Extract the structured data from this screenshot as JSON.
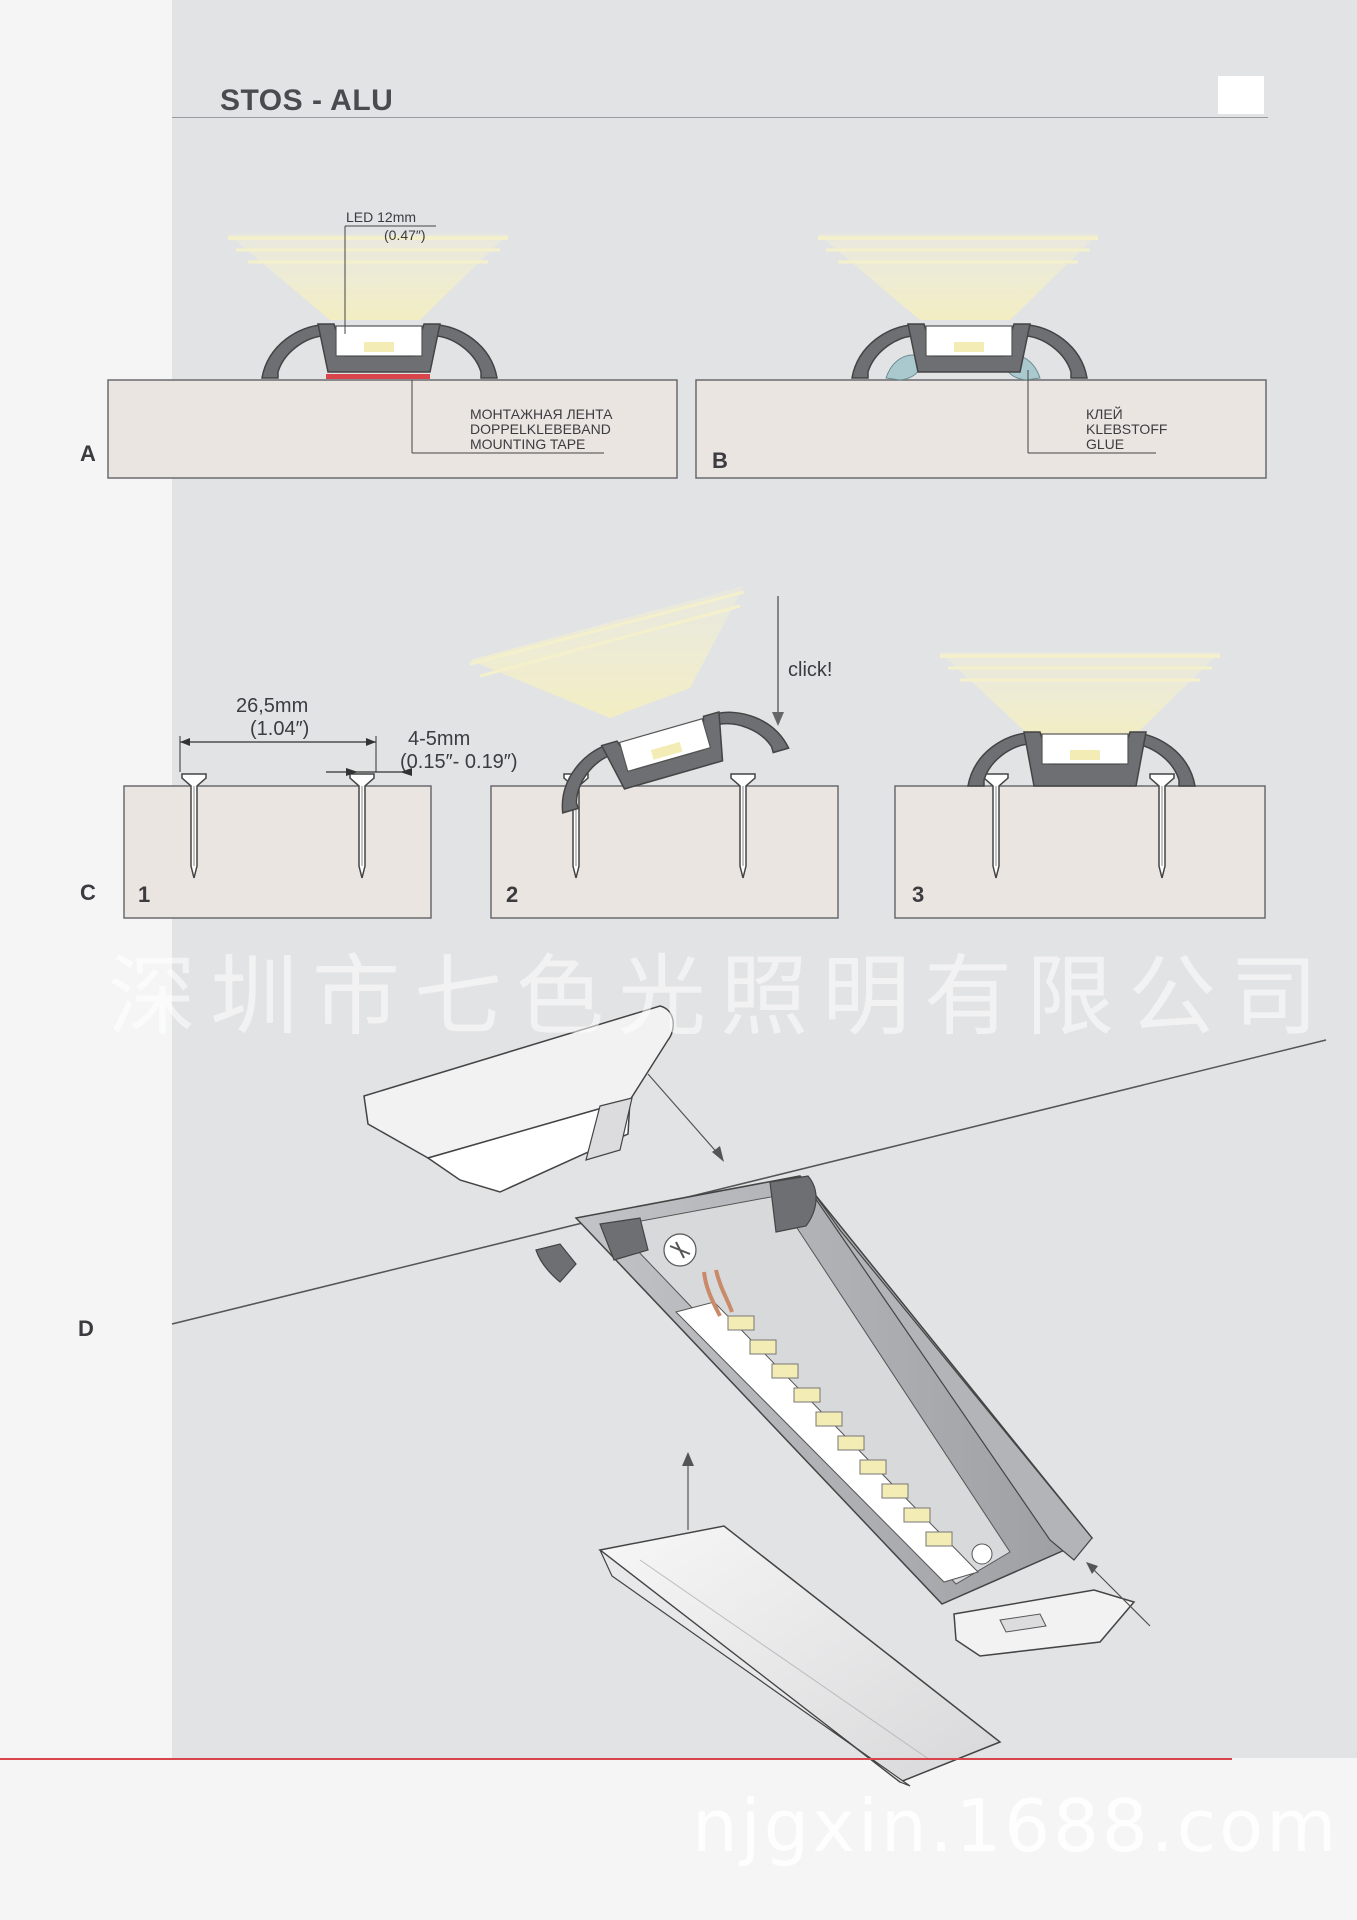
{
  "header": {
    "title": "STOS - ALU"
  },
  "section_a": {
    "label": "A",
    "led_width": "LED 12mm",
    "led_width_inch": "(0.47″)",
    "tape_lines": [
      "МОНТАЖНАЯ ЛЕНТА",
      "DOPPELKLEBEBAND",
      "MOUNTING TAPE"
    ]
  },
  "section_b": {
    "label": "B",
    "glue_lines": [
      "КЛЕЙ",
      "KLEBSTOFF",
      "GLUE"
    ]
  },
  "section_c": {
    "label": "C",
    "steps": [
      "1",
      "2",
      "3"
    ],
    "spacing": "26,5mm",
    "spacing_inch": "(1.04″)",
    "depth": "4-5mm",
    "depth_inch": "(0.15″- 0.19″)",
    "click": "click!"
  },
  "section_d": {
    "label": "D"
  },
  "watermarks": {
    "company": "深圳市七色光照明有限公司",
    "url": "njgxin.1688.com"
  },
  "colors": {
    "background": "#f4f5f4",
    "panel": "#e2e3e5",
    "board": "#ebe5e2",
    "profile": "#6e6f73",
    "tape": "#d9454a",
    "glue": "#a9c9cf",
    "light": "#f3efc6",
    "rule": "#d9454a"
  }
}
